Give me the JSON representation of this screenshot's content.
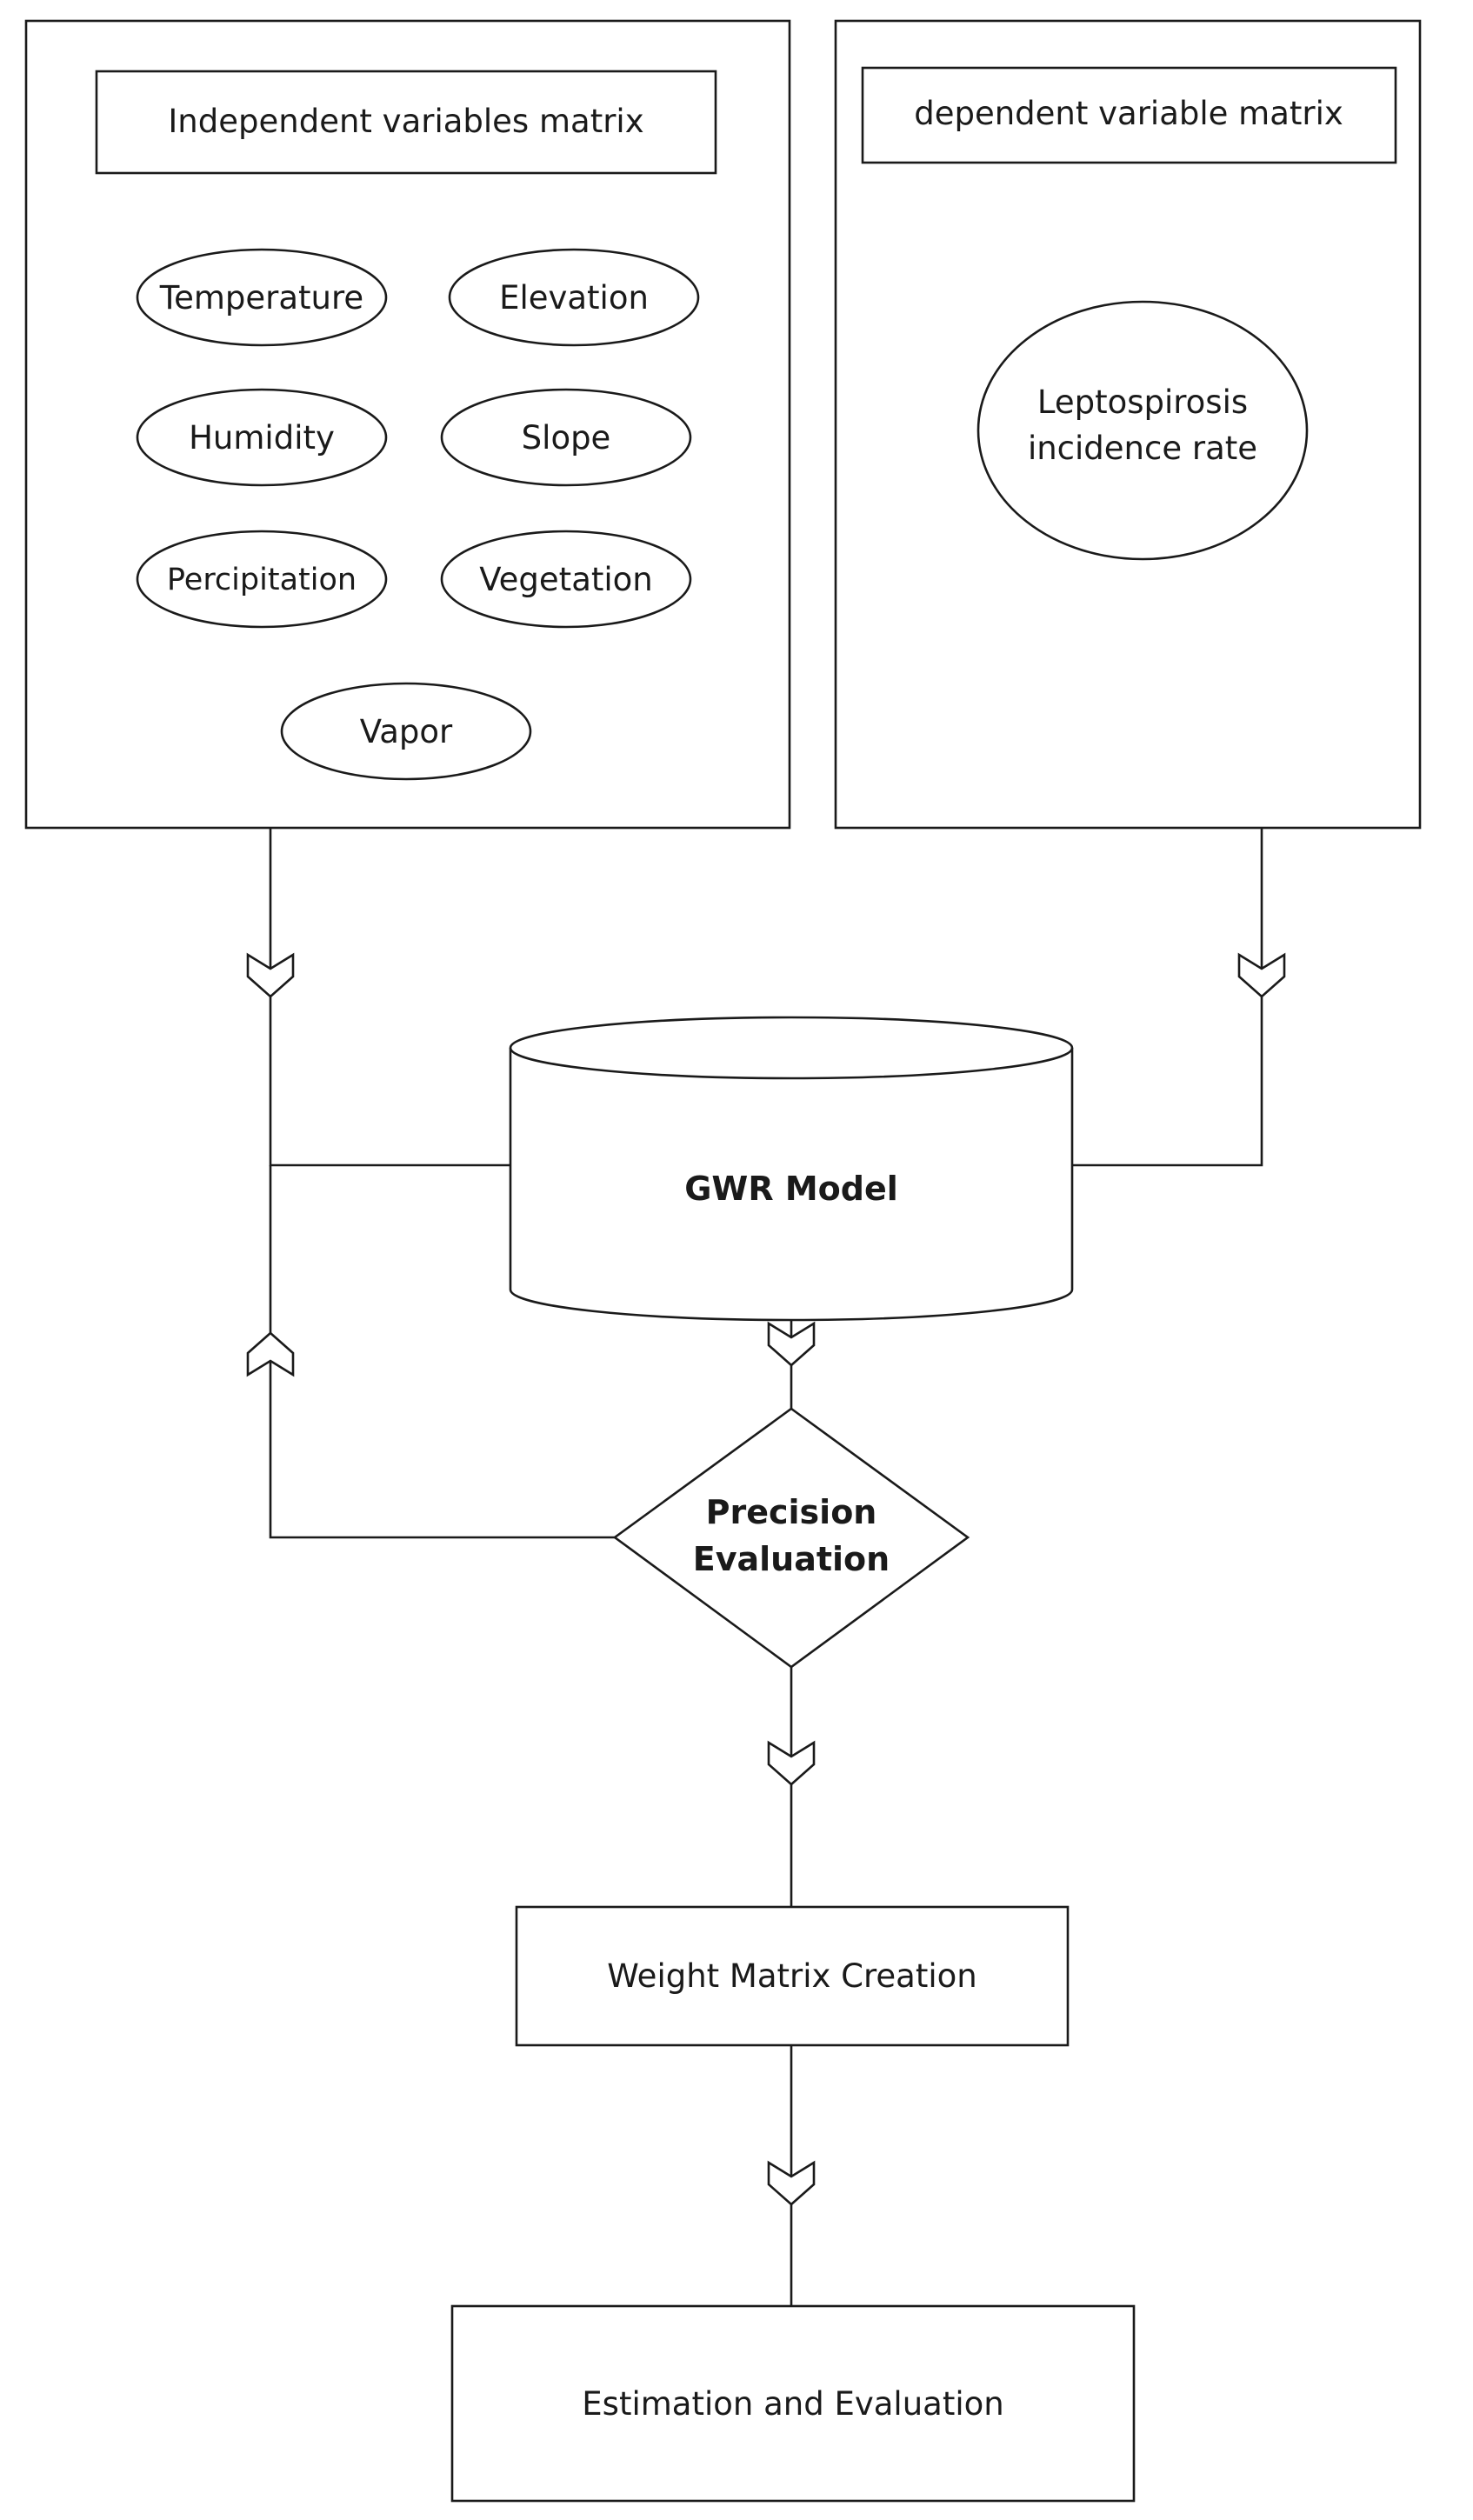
{
  "independent": {
    "title": "Independent variables matrix",
    "variables": [
      "Temperature",
      "Elevation",
      "Humidity",
      "Slope",
      "Percipitation",
      "Vegetation",
      "Vapor"
    ]
  },
  "dependent": {
    "title": "dependent variable matrix",
    "variable_line1": "Leptospirosis",
    "variable_line2": "incidence rate"
  },
  "model": {
    "label": "GWR Model"
  },
  "evaluation": {
    "line1": "Precision",
    "line2": "Evaluation"
  },
  "weight": {
    "label": "Weight Matrix Creation"
  },
  "estimation": {
    "label": "Estimation and Evaluation"
  }
}
